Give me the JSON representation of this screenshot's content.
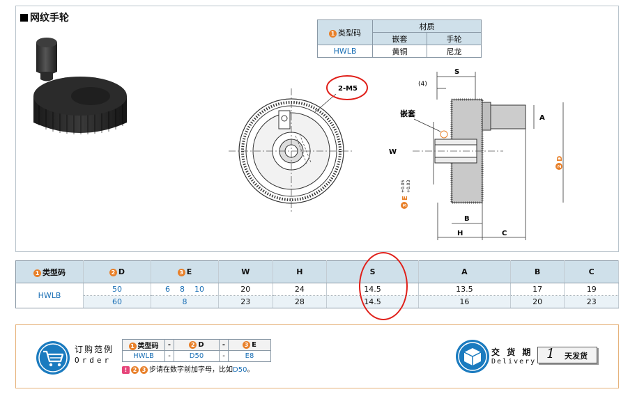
{
  "title": "网纹手轮",
  "material_table": {
    "col_type": "类型码",
    "col_material": "材质",
    "col_insert": "嵌套",
    "col_wheel": "手轮",
    "type_value": "HWLB",
    "insert_value": "黄铜",
    "wheel_value": "尼龙"
  },
  "drawing": {
    "callout_thread": "2-M5",
    "insert_label": "嵌套",
    "dim_s": "S",
    "dim_4": "(4)",
    "dim_a": "A",
    "dim_w": "W",
    "dim_b": "B",
    "dim_h": "H",
    "dim_c": "C",
    "dim_d": "D",
    "dim_e": "E",
    "tol_upper": "+0.05",
    "tol_lower": "+0.03",
    "num_2": "2",
    "num_3": "3"
  },
  "spec_table": {
    "headers": {
      "type": "类型码",
      "d": "D",
      "e": "E",
      "w": "W",
      "h": "H",
      "s": "S",
      "a": "A",
      "b": "B",
      "c": "C"
    },
    "type_value": "HWLB",
    "rows": [
      {
        "d": "50",
        "e": [
          "6",
          "8",
          "10"
        ],
        "w": "20",
        "h": "24",
        "s": "14.5",
        "a": "13.5",
        "b": "17",
        "c": "19"
      },
      {
        "d": "60",
        "e": [
          "8"
        ],
        "w": "23",
        "h": "28",
        "s": "14.5",
        "a": "16",
        "b": "20",
        "c": "23"
      }
    ]
  },
  "order": {
    "title": "订购范例",
    "subtitle": "Order",
    "headers": {
      "type": "类型码",
      "dash": "-",
      "d": "D",
      "e": "E"
    },
    "values": {
      "type": "HWLB",
      "d": "D50",
      "e": "E8"
    },
    "note_prefix": "步请在数字前加字母，比如",
    "note_example": "D50",
    "note_suffix": "。"
  },
  "delivery": {
    "title": "交 货 期",
    "subtitle": "Delivery",
    "days": "1",
    "text": "天发货"
  },
  "badges": {
    "n1": "1",
    "n2": "2",
    "n3": "3"
  },
  "colors": {
    "accent_orange": "#e8802a",
    "link_blue": "#1a6fb5",
    "header_blue": "#cfe0ea",
    "highlight_red": "#e0201a"
  }
}
